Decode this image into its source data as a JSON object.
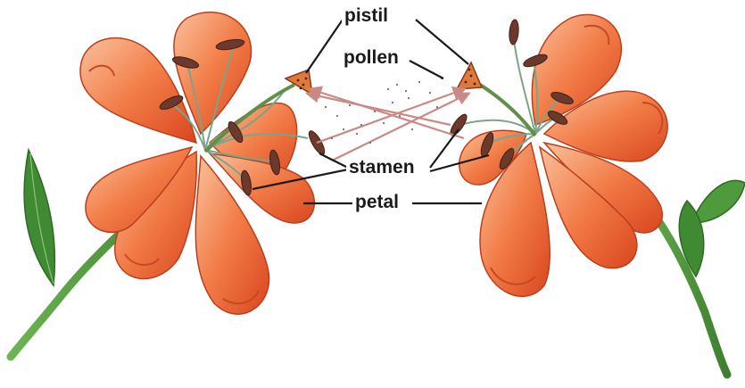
{
  "diagram": {
    "labels": {
      "pistil": "pistil",
      "pollen": "pollen",
      "stamen": "stamen",
      "petal": "petal"
    }
  },
  "colors": {
    "petal_fill": "#f07a45",
    "petal_shade": "#d94a24",
    "petal_light": "#f9b38d",
    "stem": "#4f9a3c",
    "leaf": "#3f8a33",
    "anther": "#6b3a2c",
    "filament": "#7aa58a",
    "pollen_arrow": "#c98a86",
    "leader_line": "#1a1a1a"
  }
}
